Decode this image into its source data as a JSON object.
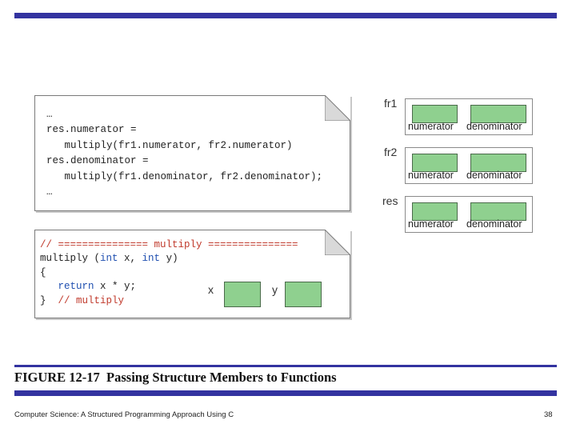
{
  "code_top": {
    "lines": [
      "…",
      "res.numerator =",
      "   multiply(fr1.numerator, fr2.numerator)",
      "res.denominator =",
      "   multiply(fr1.denominator, fr2.denominator);",
      "…"
    ]
  },
  "code_bottom": {
    "line1_comment": "// =============== multiply ===============",
    "line2_plain_a": "multiply (",
    "line2_kw_a": "int",
    "line2_plain_b": " x, ",
    "line2_kw_b": "int",
    "line2_plain_c": " y)",
    "line3_plain": "{",
    "line4_kw": "   return",
    "line4_plain": " x * y;",
    "line5_plain": "}",
    "line5_comment": "  // multiply"
  },
  "structs": [
    {
      "name": "fr1",
      "fields": [
        "numerator",
        "denominator"
      ]
    },
    {
      "name": "fr2",
      "fields": [
        "numerator",
        "denominator"
      ]
    },
    {
      "name": "res",
      "fields": [
        "numerator",
        "denominator"
      ]
    }
  ],
  "params": {
    "x_label": "x",
    "y_label": "y"
  },
  "caption": "FIGURE 12-17  Passing Structure Members to Functions",
  "footer": {
    "left": "Computer Science: A Structured Programming Approach Using C",
    "page": "38"
  },
  "colors": {
    "accent_bar": "#3333a0",
    "field_fill": "#8fd08f",
    "comment": "#c0392b",
    "keyword": "#1f4fb0"
  }
}
